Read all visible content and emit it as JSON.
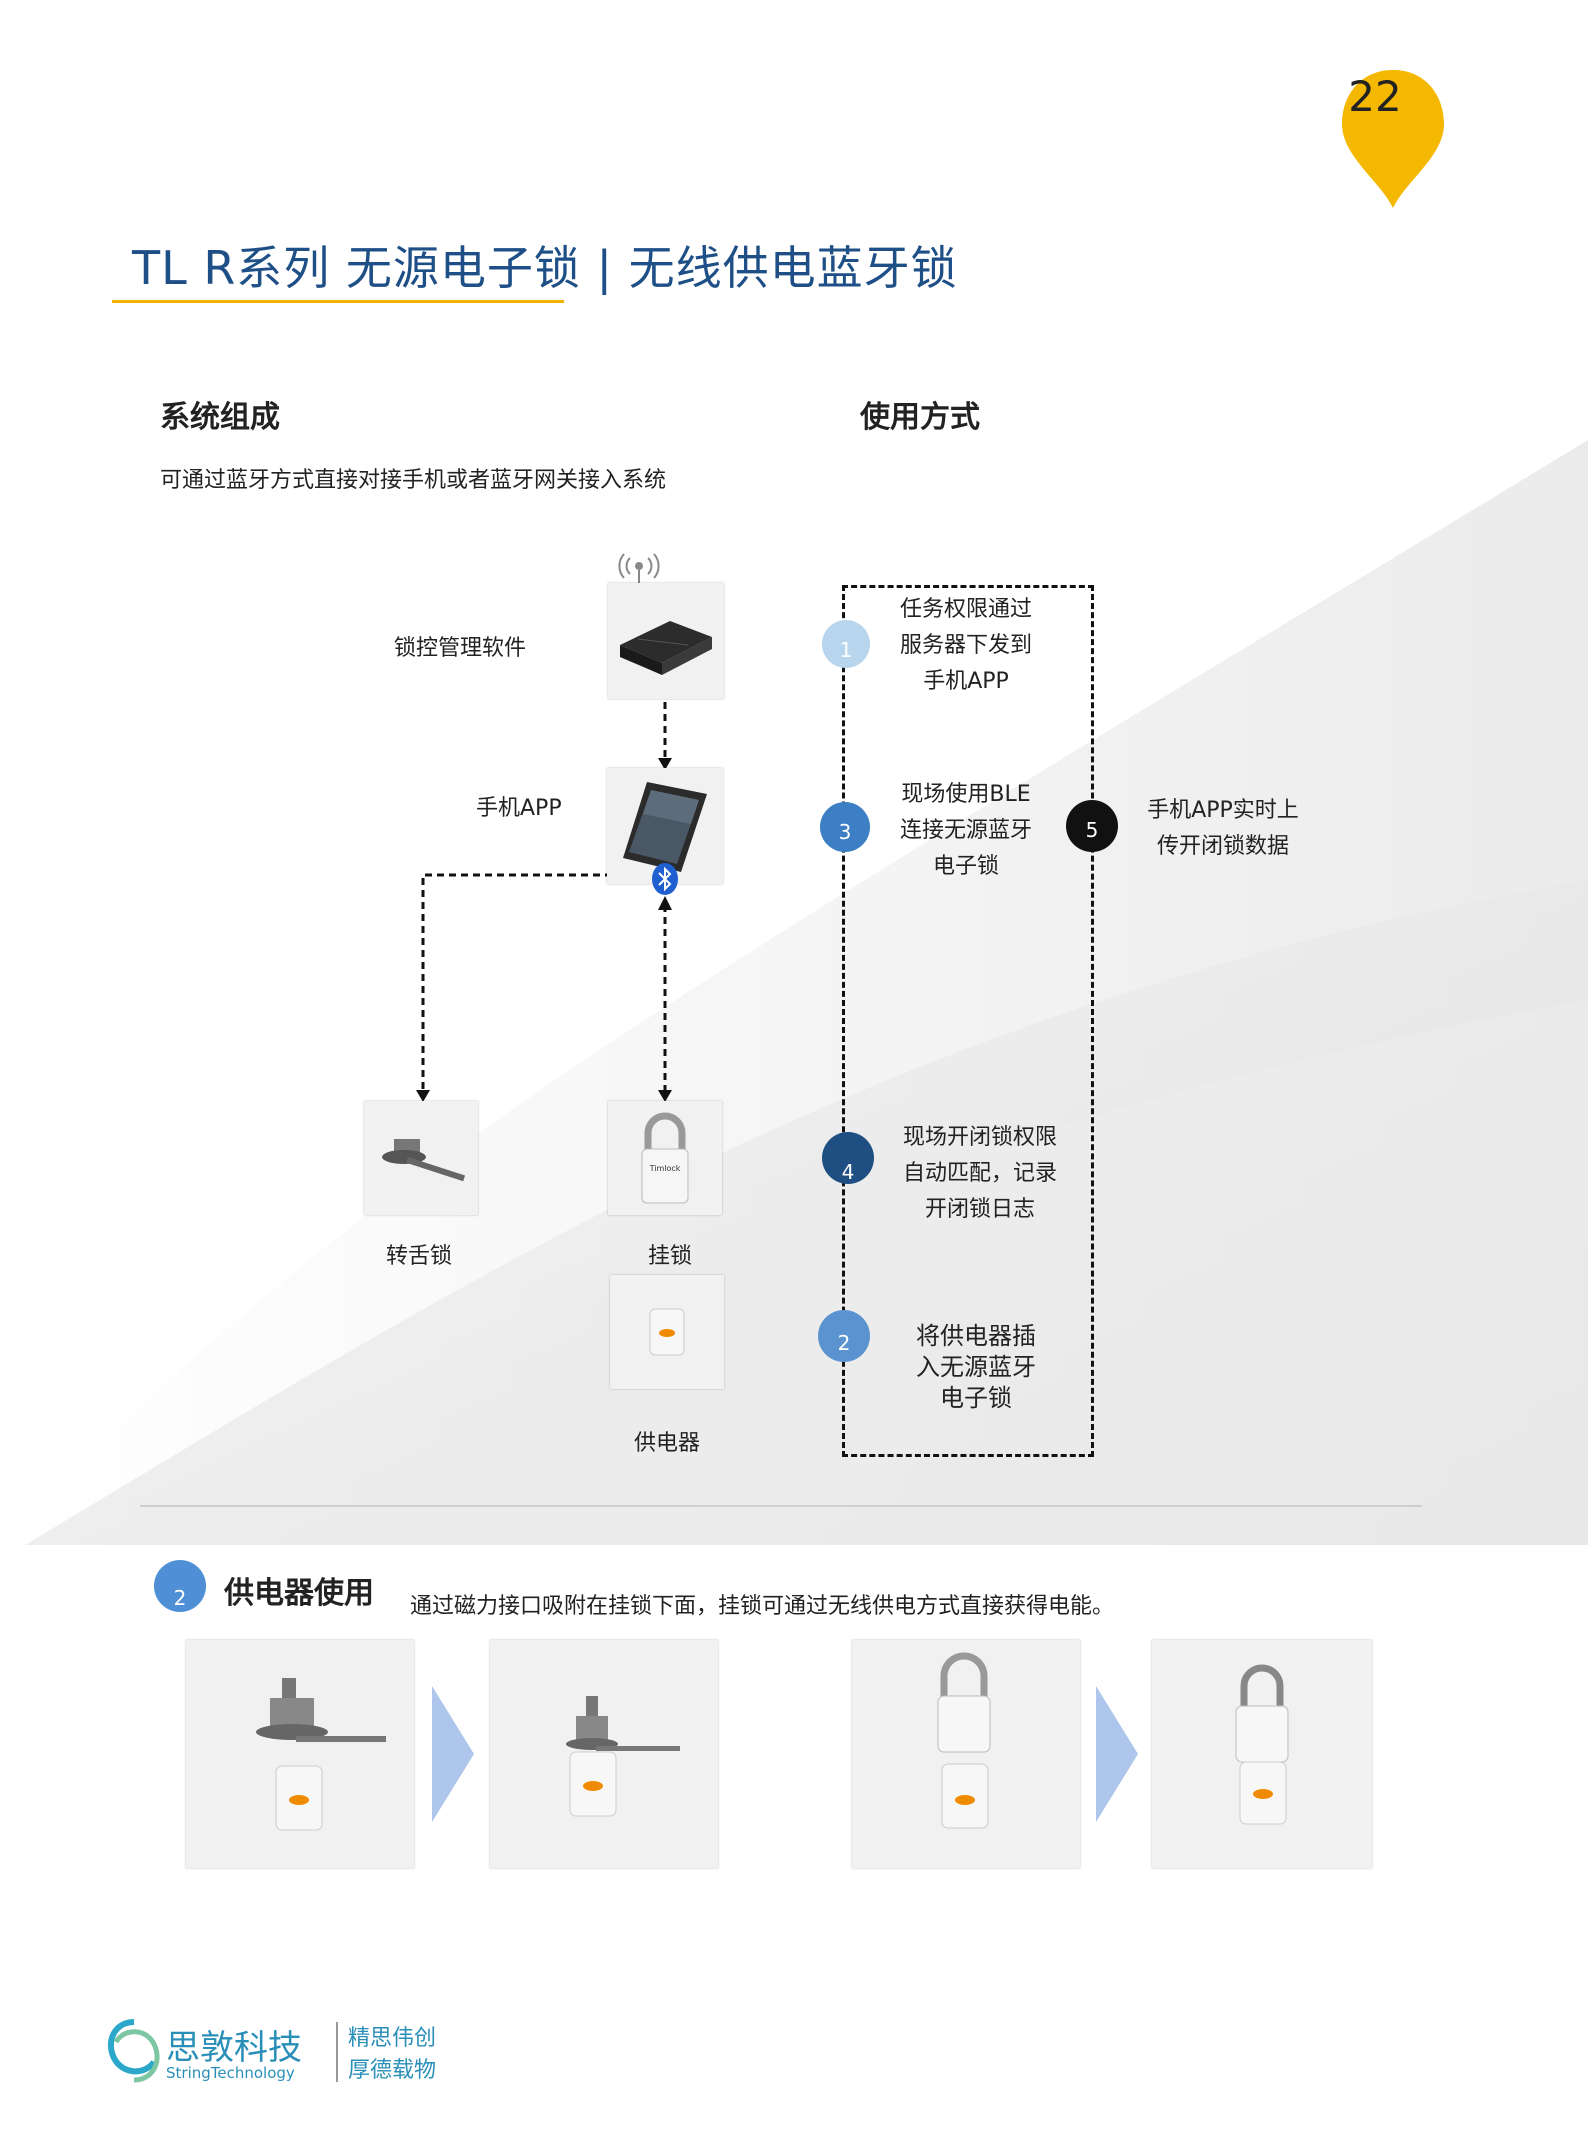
{
  "page_number": "22",
  "title": "TL R系列 无源电子锁 | 无线供电蓝牙锁",
  "system": {
    "heading": "系统组成",
    "description": "可通过蓝牙方式直接对接手机或者蓝牙网关接入系统",
    "nodes": {
      "software": "锁控管理软件",
      "app": "手机APP",
      "latch_lock": "转舌锁",
      "padlock": "挂锁",
      "power_supply": "供电器"
    }
  },
  "usage": {
    "heading": "使用方式",
    "steps": [
      {
        "num": "1",
        "text": [
          "任务权限通过",
          "服务器下发到",
          "手机APP"
        ],
        "color": "#b8d5ee"
      },
      {
        "num": "3",
        "text": [
          "现场使用BLE",
          "连接无源蓝牙",
          "电子锁"
        ],
        "color": "#3d7fc4"
      },
      {
        "num": "5",
        "text": [
          "手机APP实时上",
          "传开闭锁数据"
        ],
        "color": "#111111"
      },
      {
        "num": "4",
        "text": [
          "现场开闭锁权限",
          "自动匹配，记录",
          "开闭锁日志"
        ],
        "color": "#1f4f82"
      },
      {
        "num": "2",
        "text": [
          "将供电器插",
          "入无源蓝牙",
          "电子锁"
        ],
        "color": "#5b93d1"
      }
    ]
  },
  "power_usage": {
    "num": "2",
    "heading": "供电器使用",
    "description": "通过磁力接口吸附在挂锁下面，挂锁可通过无线供电方式直接获得电能。"
  },
  "footer": {
    "brand_cn": "思敦科技",
    "brand_en": "StringTechnology",
    "slogan_line1": "精思伟创",
    "slogan_line2": "厚德载物"
  },
  "colors": {
    "accent_yellow": "#f0b400",
    "title_blue": "#1e4f86",
    "arrow_blue": "#aec6ec"
  }
}
